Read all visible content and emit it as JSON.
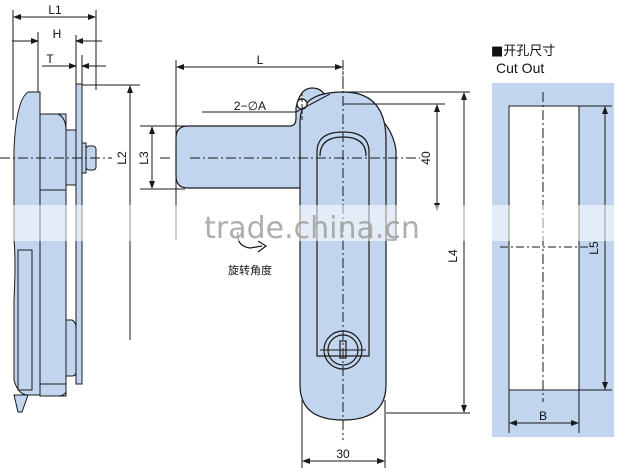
{
  "colors": {
    "part_fill": "#c2d5ee",
    "outline": "#1a1a1a",
    "cutout_panel": "#c2d5ee",
    "cutout_hole": "#ffffff",
    "watermark": "#9a9a9a"
  },
  "side_view": {
    "dims": {
      "L1": "L1",
      "H": "H",
      "T": "T",
      "L2": "L2",
      "L3": "L3"
    }
  },
  "front_view": {
    "dims": {
      "L": "L",
      "hole": "2−∅A",
      "height_40": "40",
      "L4": "L4",
      "width_30": "30"
    },
    "rotation_label": "旋转角度",
    "rotation_icon": "rotation-arrow-icon"
  },
  "cutout": {
    "title_cn": "■开孔尺寸",
    "title_en": "Cut Out",
    "dims": {
      "B": "B",
      "L5": "L5"
    }
  },
  "watermark": "trade.china.cn"
}
